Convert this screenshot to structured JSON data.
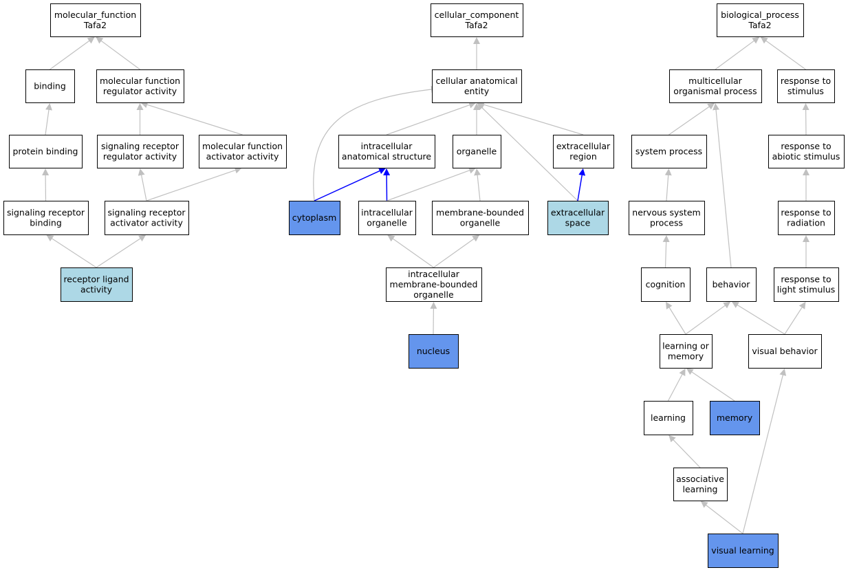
{
  "colors": {
    "node_default": "#ffffff",
    "node_annotated": "#6495ed",
    "node_light": "#add8e6",
    "edge_default": "#c0c0c0",
    "edge_highlight": "#0000ff"
  },
  "nodes": [
    {
      "id": "mf_root",
      "lines": [
        "molecular_function",
        "Tafa2"
      ],
      "style": "default"
    },
    {
      "id": "binding",
      "lines": [
        "binding"
      ],
      "style": "default"
    },
    {
      "id": "mf_regulator",
      "lines": [
        "molecular function",
        "regulator activity"
      ],
      "style": "default"
    },
    {
      "id": "protein_binding",
      "lines": [
        "protein binding"
      ],
      "style": "default"
    },
    {
      "id": "sig_rec_reg",
      "lines": [
        "signaling receptor",
        "regulator activity"
      ],
      "style": "default"
    },
    {
      "id": "mf_activator",
      "lines": [
        "molecular function",
        "activator activity"
      ],
      "style": "default"
    },
    {
      "id": "sig_rec_binding",
      "lines": [
        "signaling receptor",
        "binding"
      ],
      "style": "default"
    },
    {
      "id": "sig_rec_act",
      "lines": [
        "signaling receptor",
        "activator activity"
      ],
      "style": "default"
    },
    {
      "id": "receptor_ligand",
      "lines": [
        "receptor ligand",
        "activity"
      ],
      "style": "light"
    },
    {
      "id": "cc_root",
      "lines": [
        "cellular_component",
        "Tafa2"
      ],
      "style": "default"
    },
    {
      "id": "cae",
      "lines": [
        "cellular anatomical",
        "entity"
      ],
      "style": "default"
    },
    {
      "id": "ias",
      "lines": [
        "intracellular",
        "anatomical structure"
      ],
      "style": "default"
    },
    {
      "id": "organelle",
      "lines": [
        "organelle"
      ],
      "style": "default"
    },
    {
      "id": "extra_region",
      "lines": [
        "extracellular",
        "region"
      ],
      "style": "default"
    },
    {
      "id": "cytoplasm",
      "lines": [
        "cytoplasm"
      ],
      "style": "annotated"
    },
    {
      "id": "intra_org",
      "lines": [
        "intracellular",
        "organelle"
      ],
      "style": "default"
    },
    {
      "id": "mem_org",
      "lines": [
        "membrane-bounded",
        "organelle"
      ],
      "style": "default"
    },
    {
      "id": "extra_space",
      "lines": [
        "extracellular",
        "space"
      ],
      "style": "light"
    },
    {
      "id": "intra_mem_org",
      "lines": [
        "intracellular",
        "membrane-bounded",
        "organelle"
      ],
      "style": "default"
    },
    {
      "id": "nucleus",
      "lines": [
        "nucleus"
      ],
      "style": "annotated"
    },
    {
      "id": "bp_root",
      "lines": [
        "biological_process",
        "Tafa2"
      ],
      "style": "default"
    },
    {
      "id": "multi_proc",
      "lines": [
        "multicellular",
        "organismal process"
      ],
      "style": "default"
    },
    {
      "id": "resp_stim",
      "lines": [
        "response to",
        "stimulus"
      ],
      "style": "default"
    },
    {
      "id": "sys_proc",
      "lines": [
        "system process"
      ],
      "style": "default"
    },
    {
      "id": "resp_abiotic",
      "lines": [
        "response to",
        "abiotic stimulus"
      ],
      "style": "default"
    },
    {
      "id": "nerv_proc",
      "lines": [
        "nervous system",
        "process"
      ],
      "style": "default"
    },
    {
      "id": "resp_rad",
      "lines": [
        "response to",
        "radiation"
      ],
      "style": "default"
    },
    {
      "id": "cognition",
      "lines": [
        "cognition"
      ],
      "style": "default"
    },
    {
      "id": "behavior",
      "lines": [
        "behavior"
      ],
      "style": "default"
    },
    {
      "id": "resp_light",
      "lines": [
        "response to",
        "light stimulus"
      ],
      "style": "default"
    },
    {
      "id": "learn_mem",
      "lines": [
        "learning or",
        "memory"
      ],
      "style": "default"
    },
    {
      "id": "vis_behavior",
      "lines": [
        "visual behavior"
      ],
      "style": "default"
    },
    {
      "id": "learning",
      "lines": [
        "learning"
      ],
      "style": "default"
    },
    {
      "id": "memory",
      "lines": [
        "memory"
      ],
      "style": "annotated"
    },
    {
      "id": "assoc_learn",
      "lines": [
        "associative",
        "learning"
      ],
      "style": "default"
    },
    {
      "id": "vis_learn",
      "lines": [
        "visual learning"
      ],
      "style": "annotated"
    }
  ],
  "edges": [
    {
      "from": "binding",
      "to": "mf_root",
      "style": "default"
    },
    {
      "from": "mf_regulator",
      "to": "mf_root",
      "style": "default"
    },
    {
      "from": "protein_binding",
      "to": "binding",
      "style": "default"
    },
    {
      "from": "sig_rec_reg",
      "to": "mf_regulator",
      "style": "default"
    },
    {
      "from": "mf_activator",
      "to": "mf_regulator",
      "style": "default"
    },
    {
      "from": "sig_rec_binding",
      "to": "protein_binding",
      "style": "default"
    },
    {
      "from": "sig_rec_act",
      "to": "sig_rec_reg",
      "style": "default"
    },
    {
      "from": "sig_rec_act",
      "to": "mf_activator",
      "style": "default"
    },
    {
      "from": "receptor_ligand",
      "to": "sig_rec_binding",
      "style": "default"
    },
    {
      "from": "receptor_ligand",
      "to": "sig_rec_act",
      "style": "default"
    },
    {
      "from": "cae",
      "to": "cc_root",
      "style": "default"
    },
    {
      "from": "ias",
      "to": "cae",
      "style": "default"
    },
    {
      "from": "organelle",
      "to": "cae",
      "style": "default"
    },
    {
      "from": "extra_region",
      "to": "cae",
      "style": "default"
    },
    {
      "from": "cytoplasm",
      "to": "cae",
      "style": "default",
      "curve": "left"
    },
    {
      "from": "extra_space",
      "to": "cae",
      "style": "default"
    },
    {
      "from": "cytoplasm",
      "to": "ias",
      "style": "highlight"
    },
    {
      "from": "intra_org",
      "to": "ias",
      "style": "highlight"
    },
    {
      "from": "intra_org",
      "to": "organelle",
      "style": "default"
    },
    {
      "from": "mem_org",
      "to": "organelle",
      "style": "default"
    },
    {
      "from": "extra_space",
      "to": "extra_region",
      "style": "highlight"
    },
    {
      "from": "intra_mem_org",
      "to": "intra_org",
      "style": "default"
    },
    {
      "from": "intra_mem_org",
      "to": "mem_org",
      "style": "default"
    },
    {
      "from": "nucleus",
      "to": "intra_mem_org",
      "style": "default"
    },
    {
      "from": "multi_proc",
      "to": "bp_root",
      "style": "default"
    },
    {
      "from": "resp_stim",
      "to": "bp_root",
      "style": "default"
    },
    {
      "from": "sys_proc",
      "to": "multi_proc",
      "style": "default"
    },
    {
      "from": "behavior",
      "to": "multi_proc",
      "style": "default"
    },
    {
      "from": "resp_abiotic",
      "to": "resp_stim",
      "style": "default"
    },
    {
      "from": "nerv_proc",
      "to": "sys_proc",
      "style": "default"
    },
    {
      "from": "resp_rad",
      "to": "resp_abiotic",
      "style": "default"
    },
    {
      "from": "cognition",
      "to": "nerv_proc",
      "style": "default"
    },
    {
      "from": "resp_light",
      "to": "resp_rad",
      "style": "default"
    },
    {
      "from": "learn_mem",
      "to": "cognition",
      "style": "default"
    },
    {
      "from": "learn_mem",
      "to": "behavior",
      "style": "default"
    },
    {
      "from": "vis_behavior",
      "to": "behavior",
      "style": "default"
    },
    {
      "from": "vis_behavior",
      "to": "resp_light",
      "style": "default"
    },
    {
      "from": "learning",
      "to": "learn_mem",
      "style": "default"
    },
    {
      "from": "memory",
      "to": "learn_mem",
      "style": "default"
    },
    {
      "from": "assoc_learn",
      "to": "learning",
      "style": "default"
    },
    {
      "from": "vis_learn",
      "to": "assoc_learn",
      "style": "default"
    },
    {
      "from": "vis_learn",
      "to": "vis_behavior",
      "style": "default"
    }
  ]
}
